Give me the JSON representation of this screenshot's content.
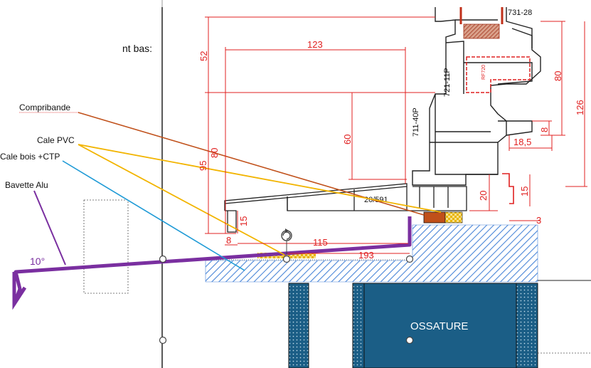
{
  "partial_label": "nt bas:",
  "callouts": {
    "compribande": "Compribande",
    "cale_pvc": "Cale PVC",
    "cale_bois": "Cale bois +CTP",
    "bavette": "Bavette Alu"
  },
  "angle": "10°",
  "dimensions": {
    "d52": "52",
    "d123": "123",
    "d80": "80",
    "d60": "60",
    "d95": "95",
    "d15": "15",
    "d8": "8",
    "d115": "115",
    "d193": "193",
    "d20": "20",
    "d15b": "15",
    "d3": "3",
    "d80r": "80",
    "d126": "126",
    "d8r": "8",
    "d18_5": "18,5",
    "rf720": "RF720"
  },
  "profiles": {
    "p731": "731-28",
    "p721": "721-11P",
    "p711": "711-40P",
    "p20": "20/591"
  },
  "frame_label": "OSSATURE",
  "colors": {
    "dimension": "#e02020",
    "bavette": "#7a2fa0",
    "compribande": "#c0501a",
    "cale_pvc": "#f2b400",
    "cale_bois": "#1e9ad6",
    "ossature": "#1b5e86",
    "hatch": "#4a86d8"
  }
}
